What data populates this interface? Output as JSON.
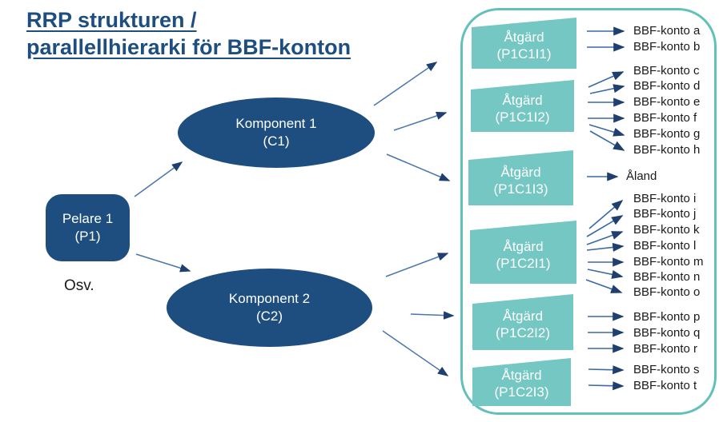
{
  "title": {
    "line1": "RRP strukturen /",
    "line2": "parallellhierarki för BBF-konton"
  },
  "pillar": {
    "line1": "Pelare 1",
    "line2": "(P1)"
  },
  "etc_label": "Osv.",
  "components": [
    {
      "line1": "Komponent 1",
      "line2": "(C1)"
    },
    {
      "line1": "Komponent 2",
      "line2": "(C2)"
    }
  ],
  "actions": [
    {
      "line1": "Åtgärd",
      "line2": "(P1C1I1)"
    },
    {
      "line1": "Åtgärd",
      "line2": "(P1C1I2)"
    },
    {
      "line1": "Åtgärd",
      "line2": "(P1C1I3)"
    },
    {
      "line1": "Åtgärd",
      "line2": "(P1C2I1)"
    },
    {
      "line1": "Åtgärd",
      "line2": "(P1C2I2)"
    },
    {
      "line1": "Åtgärd",
      "line2": "(P1C2I3)"
    }
  ],
  "targets": [
    "BBF-konto a",
    "BBF-konto b",
    "BBF-konto c",
    "BBF-konto d",
    "BBF-konto e",
    "BBF-konto f",
    "BBF-konto g",
    "BBF-konto h",
    "Åland",
    "BBF-konto i",
    "BBF-konto j",
    "BBF-konto k",
    "BBF-konto l",
    "BBF-konto m",
    "BBF-konto n",
    "BBF-konto o",
    "BBF-konto p",
    "BBF-konto q",
    "BBF-konto r",
    "BBF-konto s",
    "BBF-konto t"
  ],
  "colors": {
    "navy": "#1d4e7f",
    "teal_fill": "#74c7c2",
    "teal_border": "#62c0ba",
    "arrow_shaft": "#3a69a5",
    "arrow_head": "#1f3f6e",
    "text": "#1a1a1a",
    "background": "#ffffff"
  }
}
